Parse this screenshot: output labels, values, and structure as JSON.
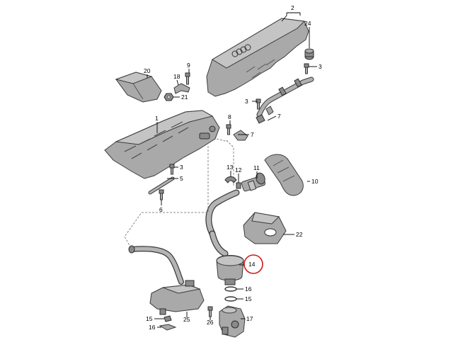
{
  "diagram": {
    "callouts": [
      "2",
      "24",
      "3",
      "9",
      "18",
      "20",
      "21",
      "1",
      "8",
      "7",
      "13",
      "12",
      "11",
      "10",
      "5",
      "6",
      "22",
      "14",
      "16",
      "15",
      "17",
      "25",
      "26"
    ],
    "highlight_callout": "14",
    "colors": {
      "part_fill": "#a9a9a9",
      "line": "#000000",
      "highlight": "#d11a1a"
    }
  }
}
